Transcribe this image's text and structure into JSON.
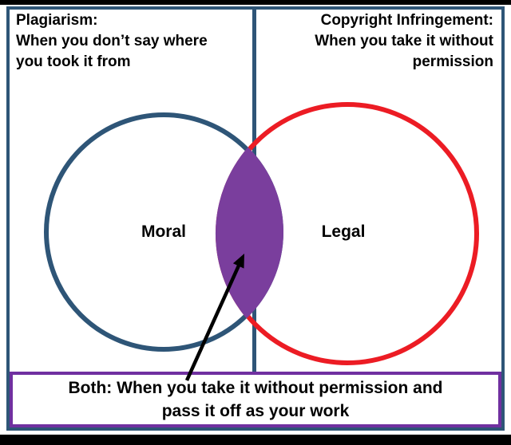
{
  "colors": {
    "navy": "#2E5577",
    "red": "#EC1C24",
    "purple": "#7A3E9D",
    "banner_border": "#7030A0",
    "arrow": "#000000"
  },
  "left_panel": {
    "title_lines": [
      "Plagiarism:",
      "When you don’t say where",
      "you took it from"
    ],
    "circle_label": "Moral"
  },
  "right_panel": {
    "title_lines": [
      "Copyright Infringement:",
      "When you take it without",
      "permission"
    ],
    "circle_label": "Legal"
  },
  "banner": {
    "lines": [
      "Both: When you take it without permission and",
      "pass it off as your work"
    ]
  }
}
